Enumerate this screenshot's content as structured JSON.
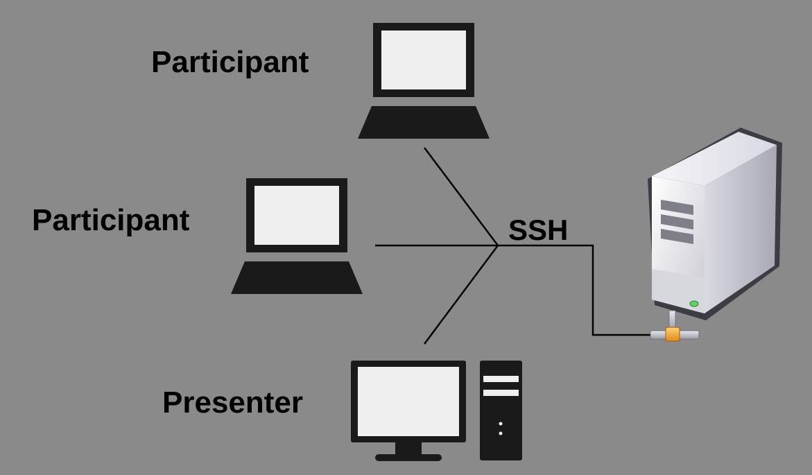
{
  "nodes": {
    "participant_top": {
      "label": "Participant",
      "icon": "laptop-icon"
    },
    "participant_mid": {
      "label": "Participant",
      "icon": "laptop-icon"
    },
    "presenter": {
      "label": "Presenter",
      "icon": "desktop-computer-icon"
    },
    "server": {
      "icon": "server-icon"
    }
  },
  "connection": {
    "label": "SSH"
  },
  "colors": {
    "background": "#8a8a8a",
    "device_body": "#1a1a1a",
    "screen": "#efefef",
    "line": "#000000",
    "server_led": "#5fd35f",
    "network_connector": "#f0a030"
  }
}
